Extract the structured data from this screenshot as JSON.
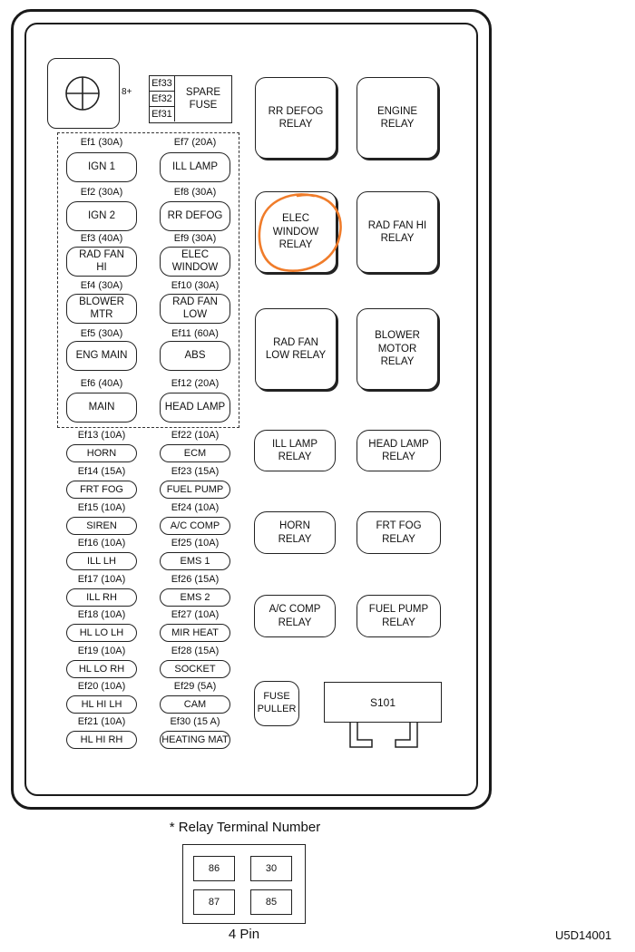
{
  "connector_label": "8+",
  "spare_fuses": {
    "codes": [
      "Ef33",
      "Ef32",
      "Ef31"
    ],
    "label": "SPARE\nFUSE"
  },
  "fuses_left": [
    {
      "code": "Ef1 (30A)",
      "name": "IGN 1"
    },
    {
      "code": "Ef2 (30A)",
      "name": "IGN 2"
    },
    {
      "code": "Ef3 (40A)",
      "name": "RAD FAN\nHI"
    },
    {
      "code": "Ef4 (30A)",
      "name": "BLOWER\nMTR"
    },
    {
      "code": "Ef5 (30A)",
      "name": "ENG MAIN"
    },
    {
      "code": "Ef6 (40A)",
      "name": "MAIN"
    }
  ],
  "fuses_right": [
    {
      "code": "Ef7 (20A)",
      "name": "ILL LAMP"
    },
    {
      "code": "Ef8 (30A)",
      "name": "RR DEFOG"
    },
    {
      "code": "Ef9 (30A)",
      "name": "ELEC\nWINDOW"
    },
    {
      "code": "Ef10 (30A)",
      "name": "RAD FAN\nLOW"
    },
    {
      "code": "Ef11 (60A)",
      "name": "ABS"
    },
    {
      "code": "Ef12 (20A)",
      "name": "HEAD LAMP"
    }
  ],
  "mini_fuses_left": [
    {
      "code": "Ef13 (10A)",
      "name": "HORN"
    },
    {
      "code": "Ef14 (15A)",
      "name": "FRT FOG"
    },
    {
      "code": "Ef15 (10A)",
      "name": "SIREN"
    },
    {
      "code": "Ef16 (10A)",
      "name": "ILL LH"
    },
    {
      "code": "Ef17 (10A)",
      "name": "ILL RH"
    },
    {
      "code": "Ef18 (10A)",
      "name": "HL LO LH"
    },
    {
      "code": "Ef19 (10A)",
      "name": "HL LO RH"
    },
    {
      "code": "Ef20 (10A)",
      "name": "HL HI LH"
    },
    {
      "code": "Ef21 (10A)",
      "name": "HL HI RH"
    }
  ],
  "mini_fuses_right": [
    {
      "code": "Ef22 (10A)",
      "name": "ECM"
    },
    {
      "code": "Ef23 (15A)",
      "name": "FUEL PUMP"
    },
    {
      "code": "Ef24 (10A)",
      "name": "A/C COMP"
    },
    {
      "code": "Ef25 (10A)",
      "name": "EMS 1"
    },
    {
      "code": "Ef26 (15A)",
      "name": "EMS 2"
    },
    {
      "code": "Ef27 (10A)",
      "name": "MIR HEAT"
    },
    {
      "code": "Ef28 (15A)",
      "name": "SOCKET"
    },
    {
      "code": "Ef29 (5A)",
      "name": "CAM"
    },
    {
      "code": "Ef30 (15 A)",
      "name": "HEATING MAT"
    }
  ],
  "relays_large": [
    "RR DEFOG\nRELAY",
    "ENGINE\nRELAY",
    "ELEC\nWINDOW\nRELAY",
    "RAD FAN HI\nRELAY",
    "RAD FAN\nLOW RELAY",
    "BLOWER\nMOTOR\nRELAY"
  ],
  "relays_small": [
    "ILL LAMP\nRELAY",
    "HEAD LAMP\nRELAY",
    "HORN\nRELAY",
    "FRT FOG\nRELAY",
    "A/C COMP\nRELAY",
    "FUEL PUMP\nRELAY"
  ],
  "fuse_puller": "FUSE\nPULLER",
  "s101": "S101",
  "highlight_color": "#f07c2a",
  "terminal_title": "* Relay Terminal Number",
  "terminals": [
    "86",
    "30",
    "87",
    "85"
  ],
  "pin_label": "4 Pin",
  "figure_id": "U5D14001"
}
